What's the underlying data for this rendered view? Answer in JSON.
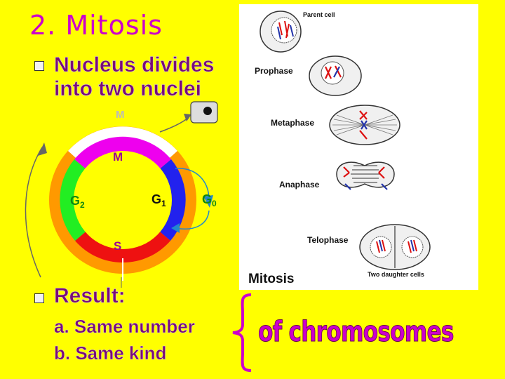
{
  "title": "2. Mitosis",
  "bullets": [
    {
      "line1": "Nucleus divides",
      "line2": "into two nuclei"
    },
    {
      "line1": "Result:"
    }
  ],
  "result_items": [
    "a.  Same number",
    "b.  Same kind"
  ],
  "conclusion": "of chromosomes",
  "cycle": {
    "top_label": "M",
    "m": "M",
    "g1": "G",
    "g1_sub": "1",
    "g2": "G",
    "g2_sub": "2",
    "g0": "G",
    "g0_sub": "0",
    "s": "S"
  },
  "stages": {
    "parent": "Parent cell",
    "prophase": "Prophase",
    "metaphase": "Metaphase",
    "anaphase": "Anaphase",
    "telophase": "Telophase",
    "daughters": "Two daughter cells",
    "caption": "Mitosis"
  },
  "colors": {
    "background": "#ffff00",
    "title": "#cc00cc",
    "text": "#7a0a7a",
    "m_phase": "#ee00ee",
    "g1_phase": "#2222ee",
    "g2_phase": "#22ee22",
    "s_phase": "#ee1111",
    "outer_ring": "#ff9900"
  }
}
